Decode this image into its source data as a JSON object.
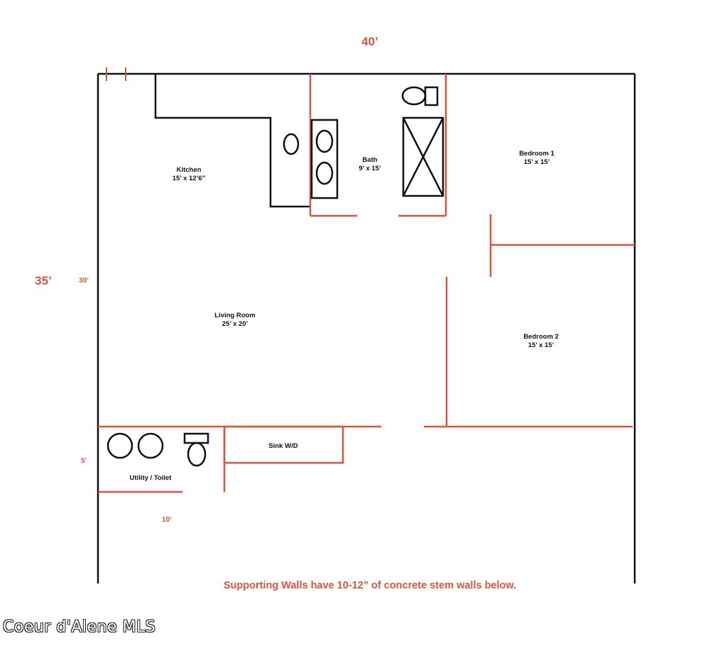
{
  "colors": {
    "wall_black": "#111111",
    "wall_red": "#d9563d",
    "text_red": "#d9563d",
    "text_black": "#111111"
  },
  "dimensions": {
    "width_total": "40’",
    "depth_total": "35’",
    "depth_main": "30’",
    "depth_utility": "5’",
    "width_utility": "10’"
  },
  "rooms": {
    "kitchen": {
      "name": "Kitchen",
      "size": "15’ x 12’6”"
    },
    "bath": {
      "name": "Bath",
      "size": "9’ x 15’"
    },
    "bedroom1": {
      "name": "Bedroom 1",
      "size": "15’ x 15’"
    },
    "bedroom2": {
      "name": "Bedroom 2",
      "size": "15’ x 15’"
    },
    "living": {
      "name": "Living Room",
      "size": "25’ x 20’"
    },
    "sink_wd": {
      "name": "Sink W/D"
    },
    "utility": {
      "name": "Utility / Toilet"
    }
  },
  "note": "Supporting Walls have 10-12” of concrete stem walls below.",
  "watermark": "Coeur d'Alene MLS",
  "icons": [
    "toilet-icon",
    "shower-icon",
    "sink-icon",
    "washer-icon",
    "dryer-icon"
  ]
}
